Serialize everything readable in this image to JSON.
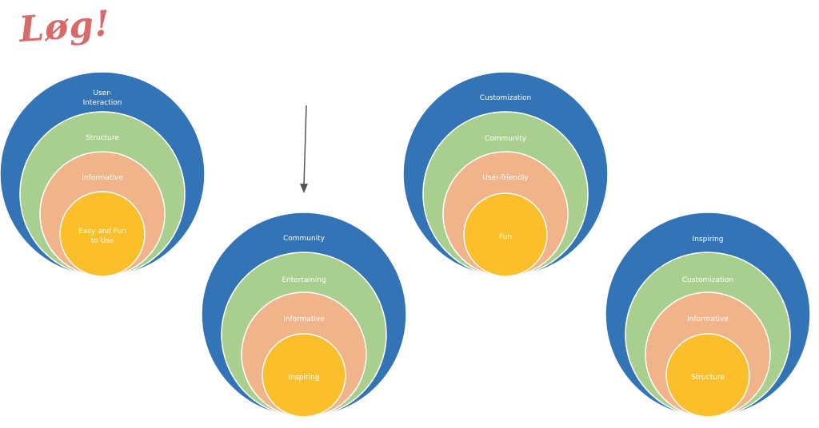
{
  "logo": {
    "text": "Løg!"
  },
  "colors": {
    "logo": "#d96a6a",
    "outer": "#3274b5",
    "second": "#a9cf8e",
    "third": "#f1b38a",
    "inner": "#fcbf2c",
    "arrow": "#555555",
    "stroke": "#ffffff"
  },
  "diagrams": [
    {
      "rings": [
        "User-\nInteraction",
        "Structure",
        "Informative",
        "Easy and Fun\nto Use"
      ]
    },
    {
      "rings": [
        "Community",
        "Entertaining",
        "Informative",
        "Inspiring"
      ]
    },
    {
      "rings": [
        "Customization",
        "Community",
        "User-friendly",
        "Fun"
      ]
    },
    {
      "rings": [
        "Inspiring",
        "Customization",
        "Informative",
        "Structure"
      ]
    }
  ]
}
